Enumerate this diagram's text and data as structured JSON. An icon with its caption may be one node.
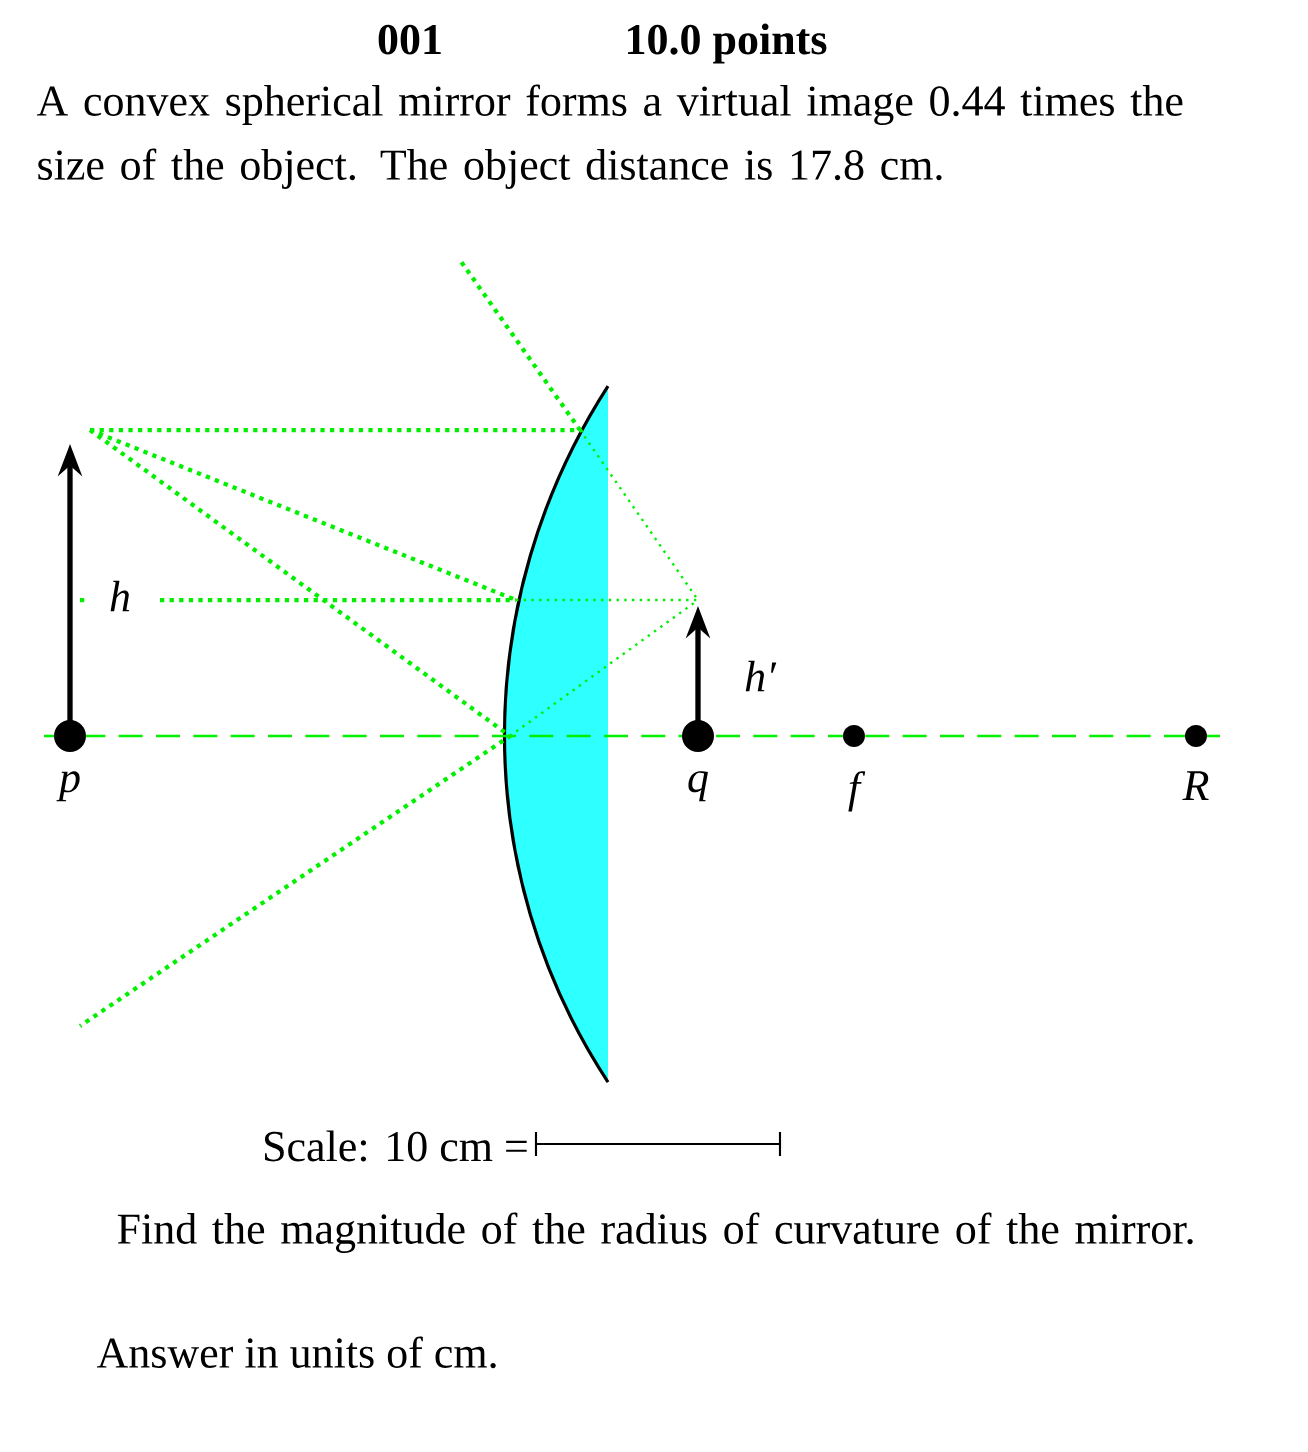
{
  "diagram": {
    "title": "001",
    "nodes": [
      {
        "text": [],
        "shape": "circle",
        "beside": [
          "p"
        ]
      },
      {
        "text": [],
        "shape": "circle",
        "beside": [
          "q"
        ]
      },
      {
        "text": [],
        "shape": "circle",
        "beside": [
          "f"
        ]
      },
      {
        "text": [],
        "shape": "circle",
        "beside": [
          "R"
        ]
      }
    ],
    "edges": [],
    "labels": [
      "10.0 points",
      "A convex spherical mirror forms a virtual image 0.44 times the size of the object. The object distance is 17.8 cm.",
      "h",
      "h′",
      "Scale: 10 cm =",
      "Find the magnitude of the radius of curvature of the mirror.",
      "Answer in units of cm."
    ]
  }
}
